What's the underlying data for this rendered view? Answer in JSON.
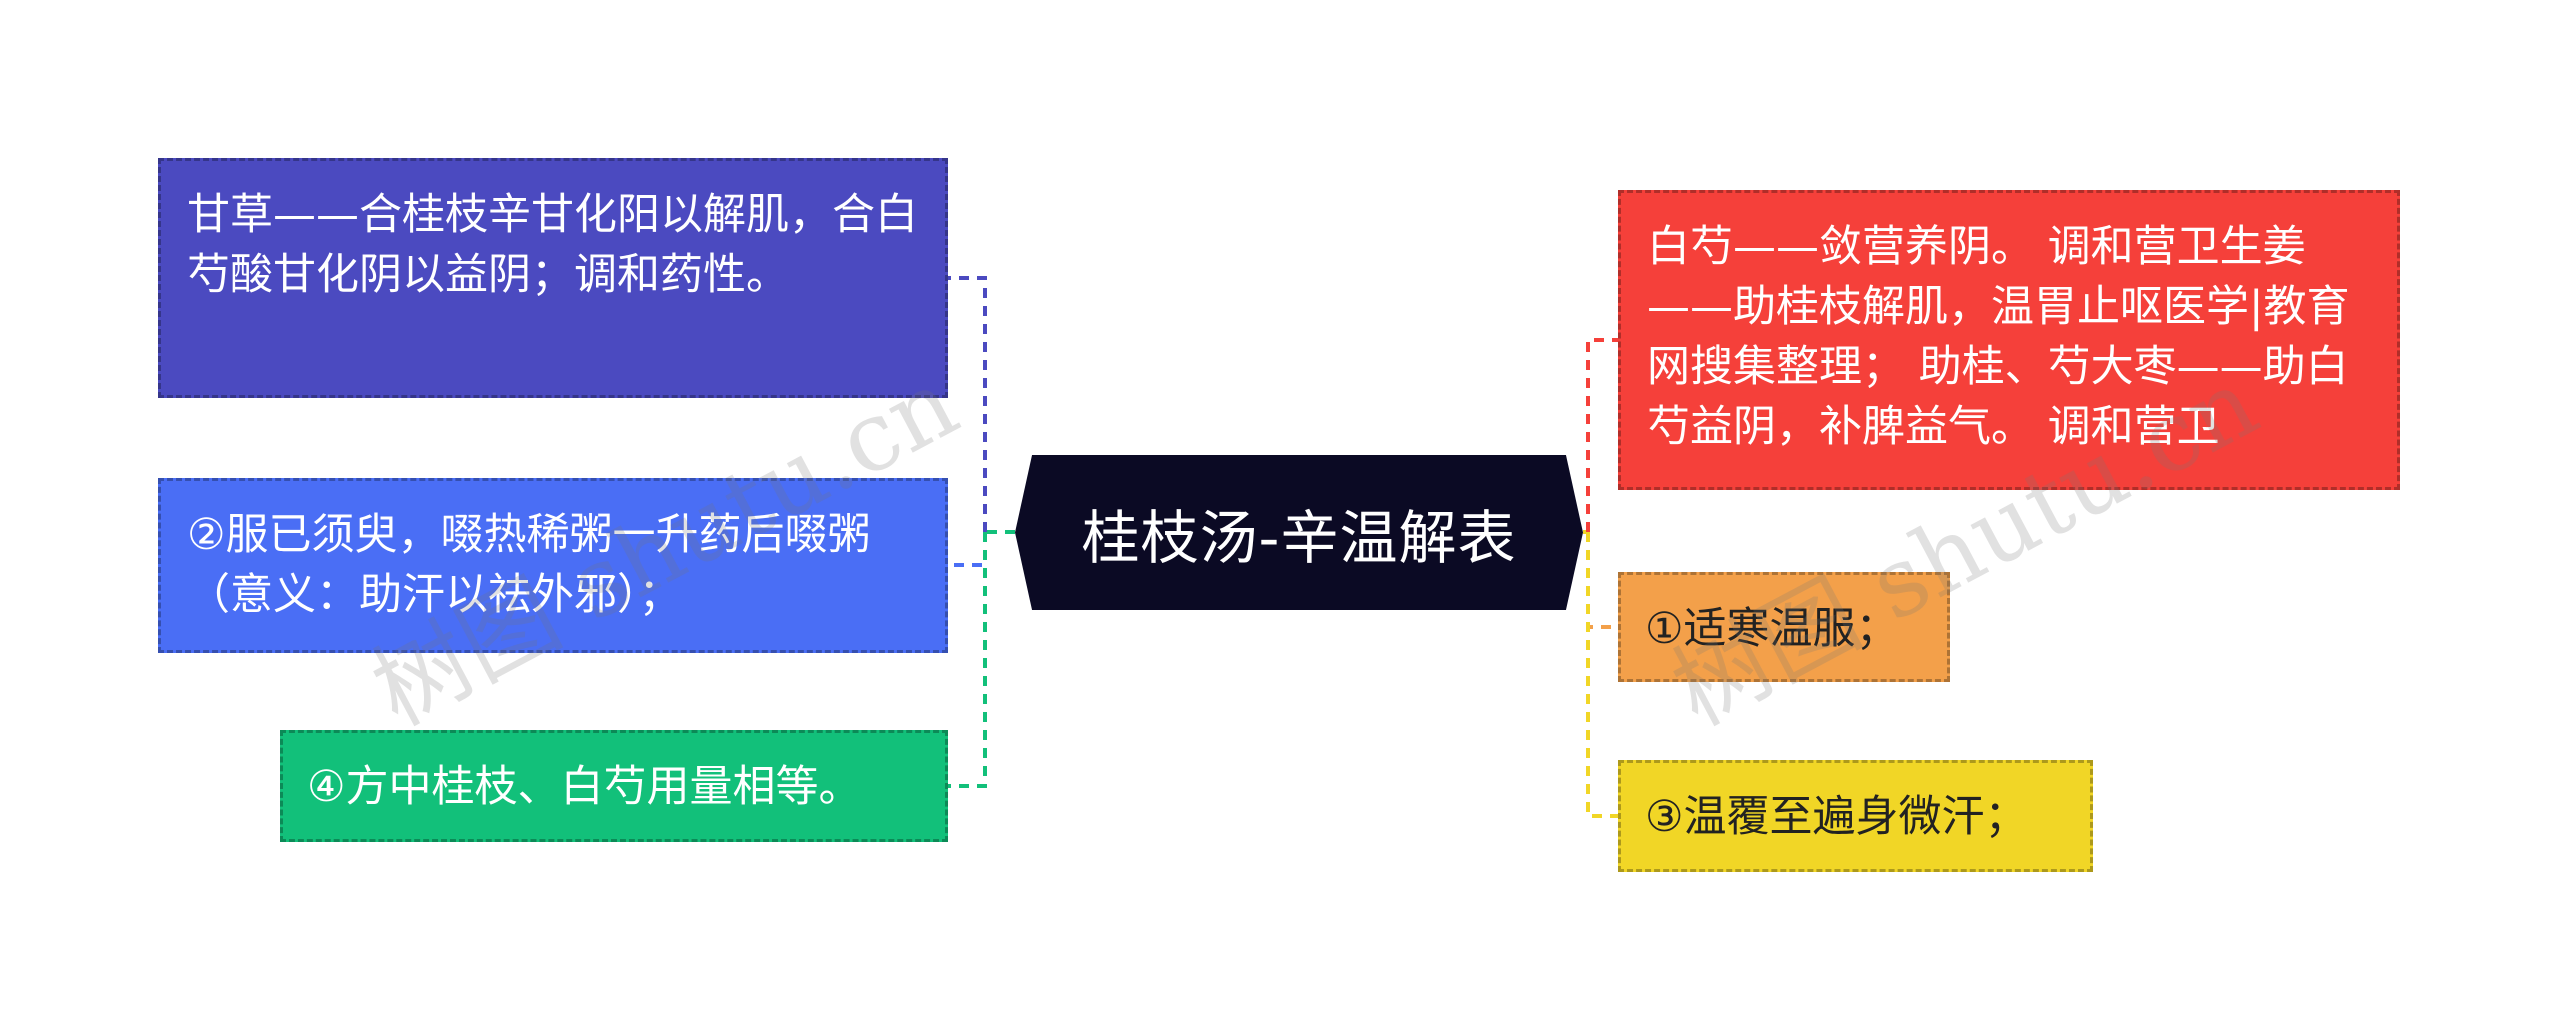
{
  "center": {
    "title": "桂枝汤-辛温解表"
  },
  "left_nodes": [
    {
      "id": "gancao",
      "text": "甘草——合桂枝辛甘化阳以解肌，合白芍酸甘化阴以益阴；调和药性。",
      "bg": "#4b4ac0",
      "line_color": "#4b4ac0"
    },
    {
      "id": "fuyi",
      "text": "②服已须臾，啜热稀粥一升药后啜粥（意义：助汗以祛外邪）；",
      "bg": "#4a6ef5",
      "line_color": "#4a6ef5"
    },
    {
      "id": "fangzhong",
      "text": "④方中桂枝、白芍用量相等。",
      "bg": "#12c07a",
      "line_color": "#12c07a"
    }
  ],
  "right_nodes": [
    {
      "id": "baishao",
      "text": "白芍——敛营养阴。 调和营卫生姜——助桂枝解肌，温胃止呕医学|教育网搜集整理； 助桂、芍大枣——助白芍益阴，补脾益气。 调和营卫",
      "bg": "#f5403a",
      "line_color": "#f5403a"
    },
    {
      "id": "shihan",
      "text": "①适寒温服；",
      "bg": "#f3a04a",
      "line_color": "#f3a04a"
    },
    {
      "id": "wenfu",
      "text": "③温覆至遍身微汗；",
      "bg": "#f1d626",
      "line_color": "#f1d626"
    }
  ],
  "connector_colors": {
    "left_trunk": "#12c07a",
    "right_trunk": "#f1d626"
  },
  "watermarks": {
    "left": "树图 shutu.cn",
    "right": "树图 shutu.cn"
  }
}
